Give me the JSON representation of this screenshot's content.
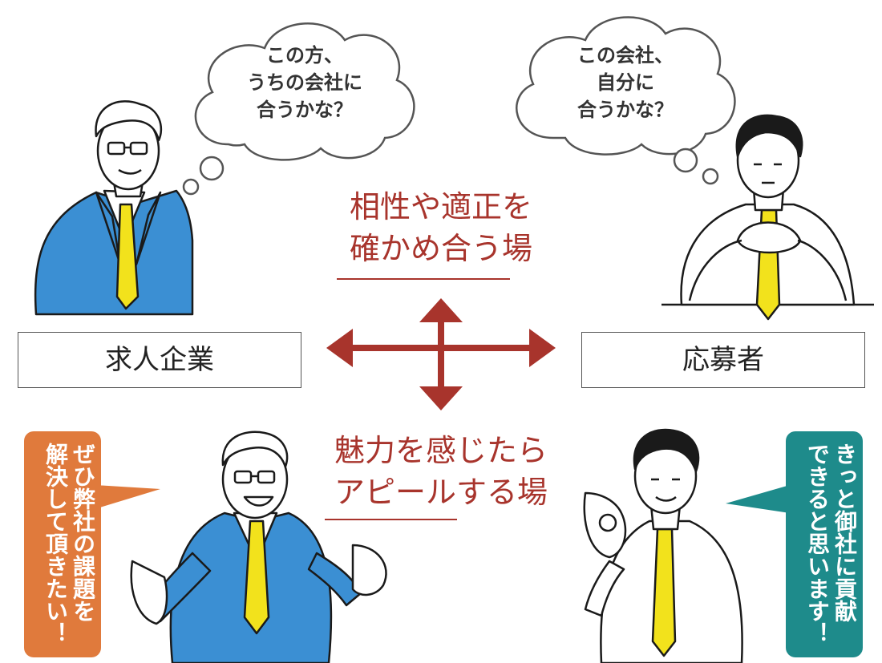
{
  "colors": {
    "accent_red": "#a8342c",
    "orange": "#e07a3c",
    "teal": "#1e8b8b",
    "suit_blue": "#3b8fd3",
    "tie_yellow": "#f2e21c",
    "outline": "#1a1a1a"
  },
  "company_thought": {
    "lines": [
      "この方、",
      "うちの会社に",
      "合うかな？"
    ]
  },
  "applicant_thought": {
    "lines": [
      "この会社、",
      "自分に",
      "合うかな？"
    ]
  },
  "top_caption": {
    "lines": [
      "相性や適正を",
      "確かめ合う場"
    ]
  },
  "bottom_caption": {
    "lines": [
      "魅力を感じたら",
      "アピールする場"
    ]
  },
  "labels": {
    "company": "求人企業",
    "applicant": "応募者"
  },
  "company_speech": {
    "lines": [
      "ぜひ弊社の課題を",
      "解決して頂きたい！"
    ]
  },
  "applicant_speech": {
    "lines": [
      "きっと御社に貢献",
      "できると思います！"
    ]
  }
}
